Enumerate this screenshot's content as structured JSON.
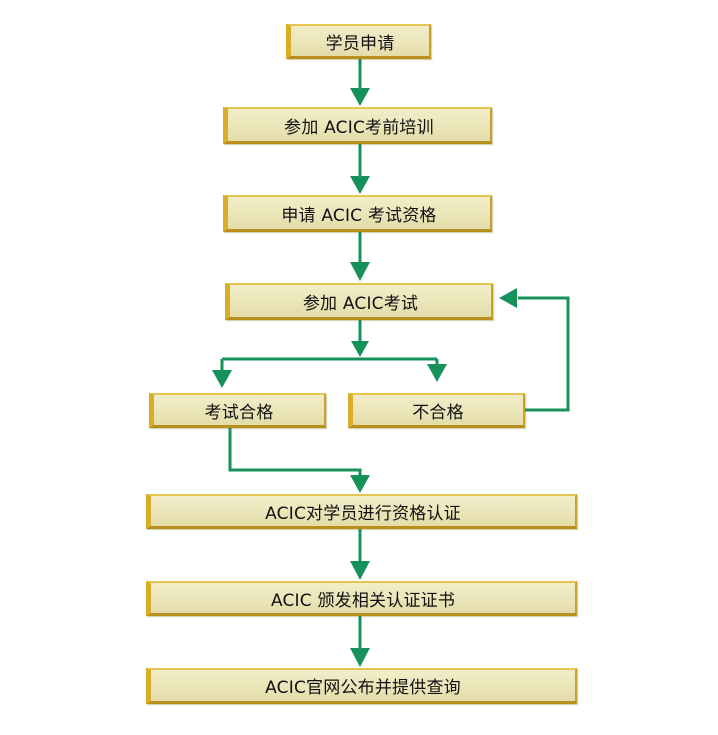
{
  "steps": {
    "apply": "学员申请",
    "training": "参加 ACIC考前培训",
    "qualification": "申请 ACIC 考试资格",
    "exam": "参加 ACIC考试",
    "pass": "考试合格",
    "fail": "不合格",
    "certify": "ACIC对学员进行资格认证",
    "issue": "ACIC 颁发相关认证证书",
    "publish": "ACIC官网公布并提供查询"
  },
  "colors": {
    "arrow": "#17915a",
    "box_fill": "#ebe5b9",
    "box_border": "#d9ad26"
  }
}
